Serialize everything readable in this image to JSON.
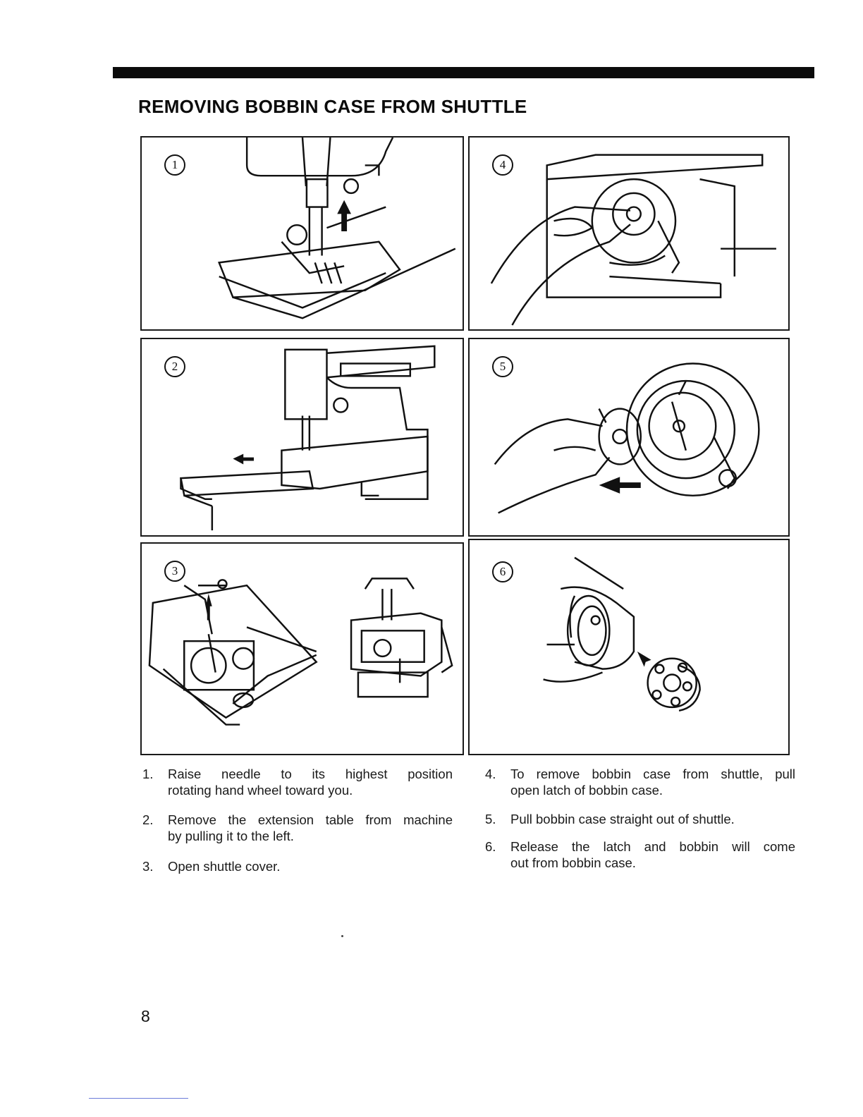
{
  "page": {
    "title": "REMOVING BOBBIN CASE FROM SHUTTLE",
    "page_number": "8"
  },
  "panels": [
    {
      "num": "1",
      "icon": "needle-raise-illustration"
    },
    {
      "num": "2",
      "icon": "extension-table-removal-illustration"
    },
    {
      "num": "3",
      "icon": "shuttle-cover-open-illustration"
    },
    {
      "num": "4",
      "icon": "bobbin-case-latch-illustration"
    },
    {
      "num": "5",
      "icon": "bobbin-case-pull-out-illustration"
    },
    {
      "num": "6",
      "icon": "bobbin-release-illustration"
    }
  ],
  "instructions": {
    "left": [
      {
        "num": "1.",
        "lines": [
          "Raise needle to its highest position",
          "rotating hand wheel toward you."
        ]
      },
      {
        "num": "2.",
        "lines": [
          "Remove the extension table from machine",
          "by pulling it to the left."
        ]
      },
      {
        "num": "3.",
        "lines": [
          "Open shuttle cover."
        ]
      }
    ],
    "right": [
      {
        "num": "4.",
        "lines": [
          "To remove bobbin case from shuttle, pull",
          "open latch of bobbin case."
        ]
      },
      {
        "num": "5.",
        "lines": [
          "Pull bobbin case straight out of shuttle."
        ]
      },
      {
        "num": "6.",
        "lines": [
          "Release the latch and bobbin will come",
          "out from bobbin case."
        ]
      }
    ]
  }
}
